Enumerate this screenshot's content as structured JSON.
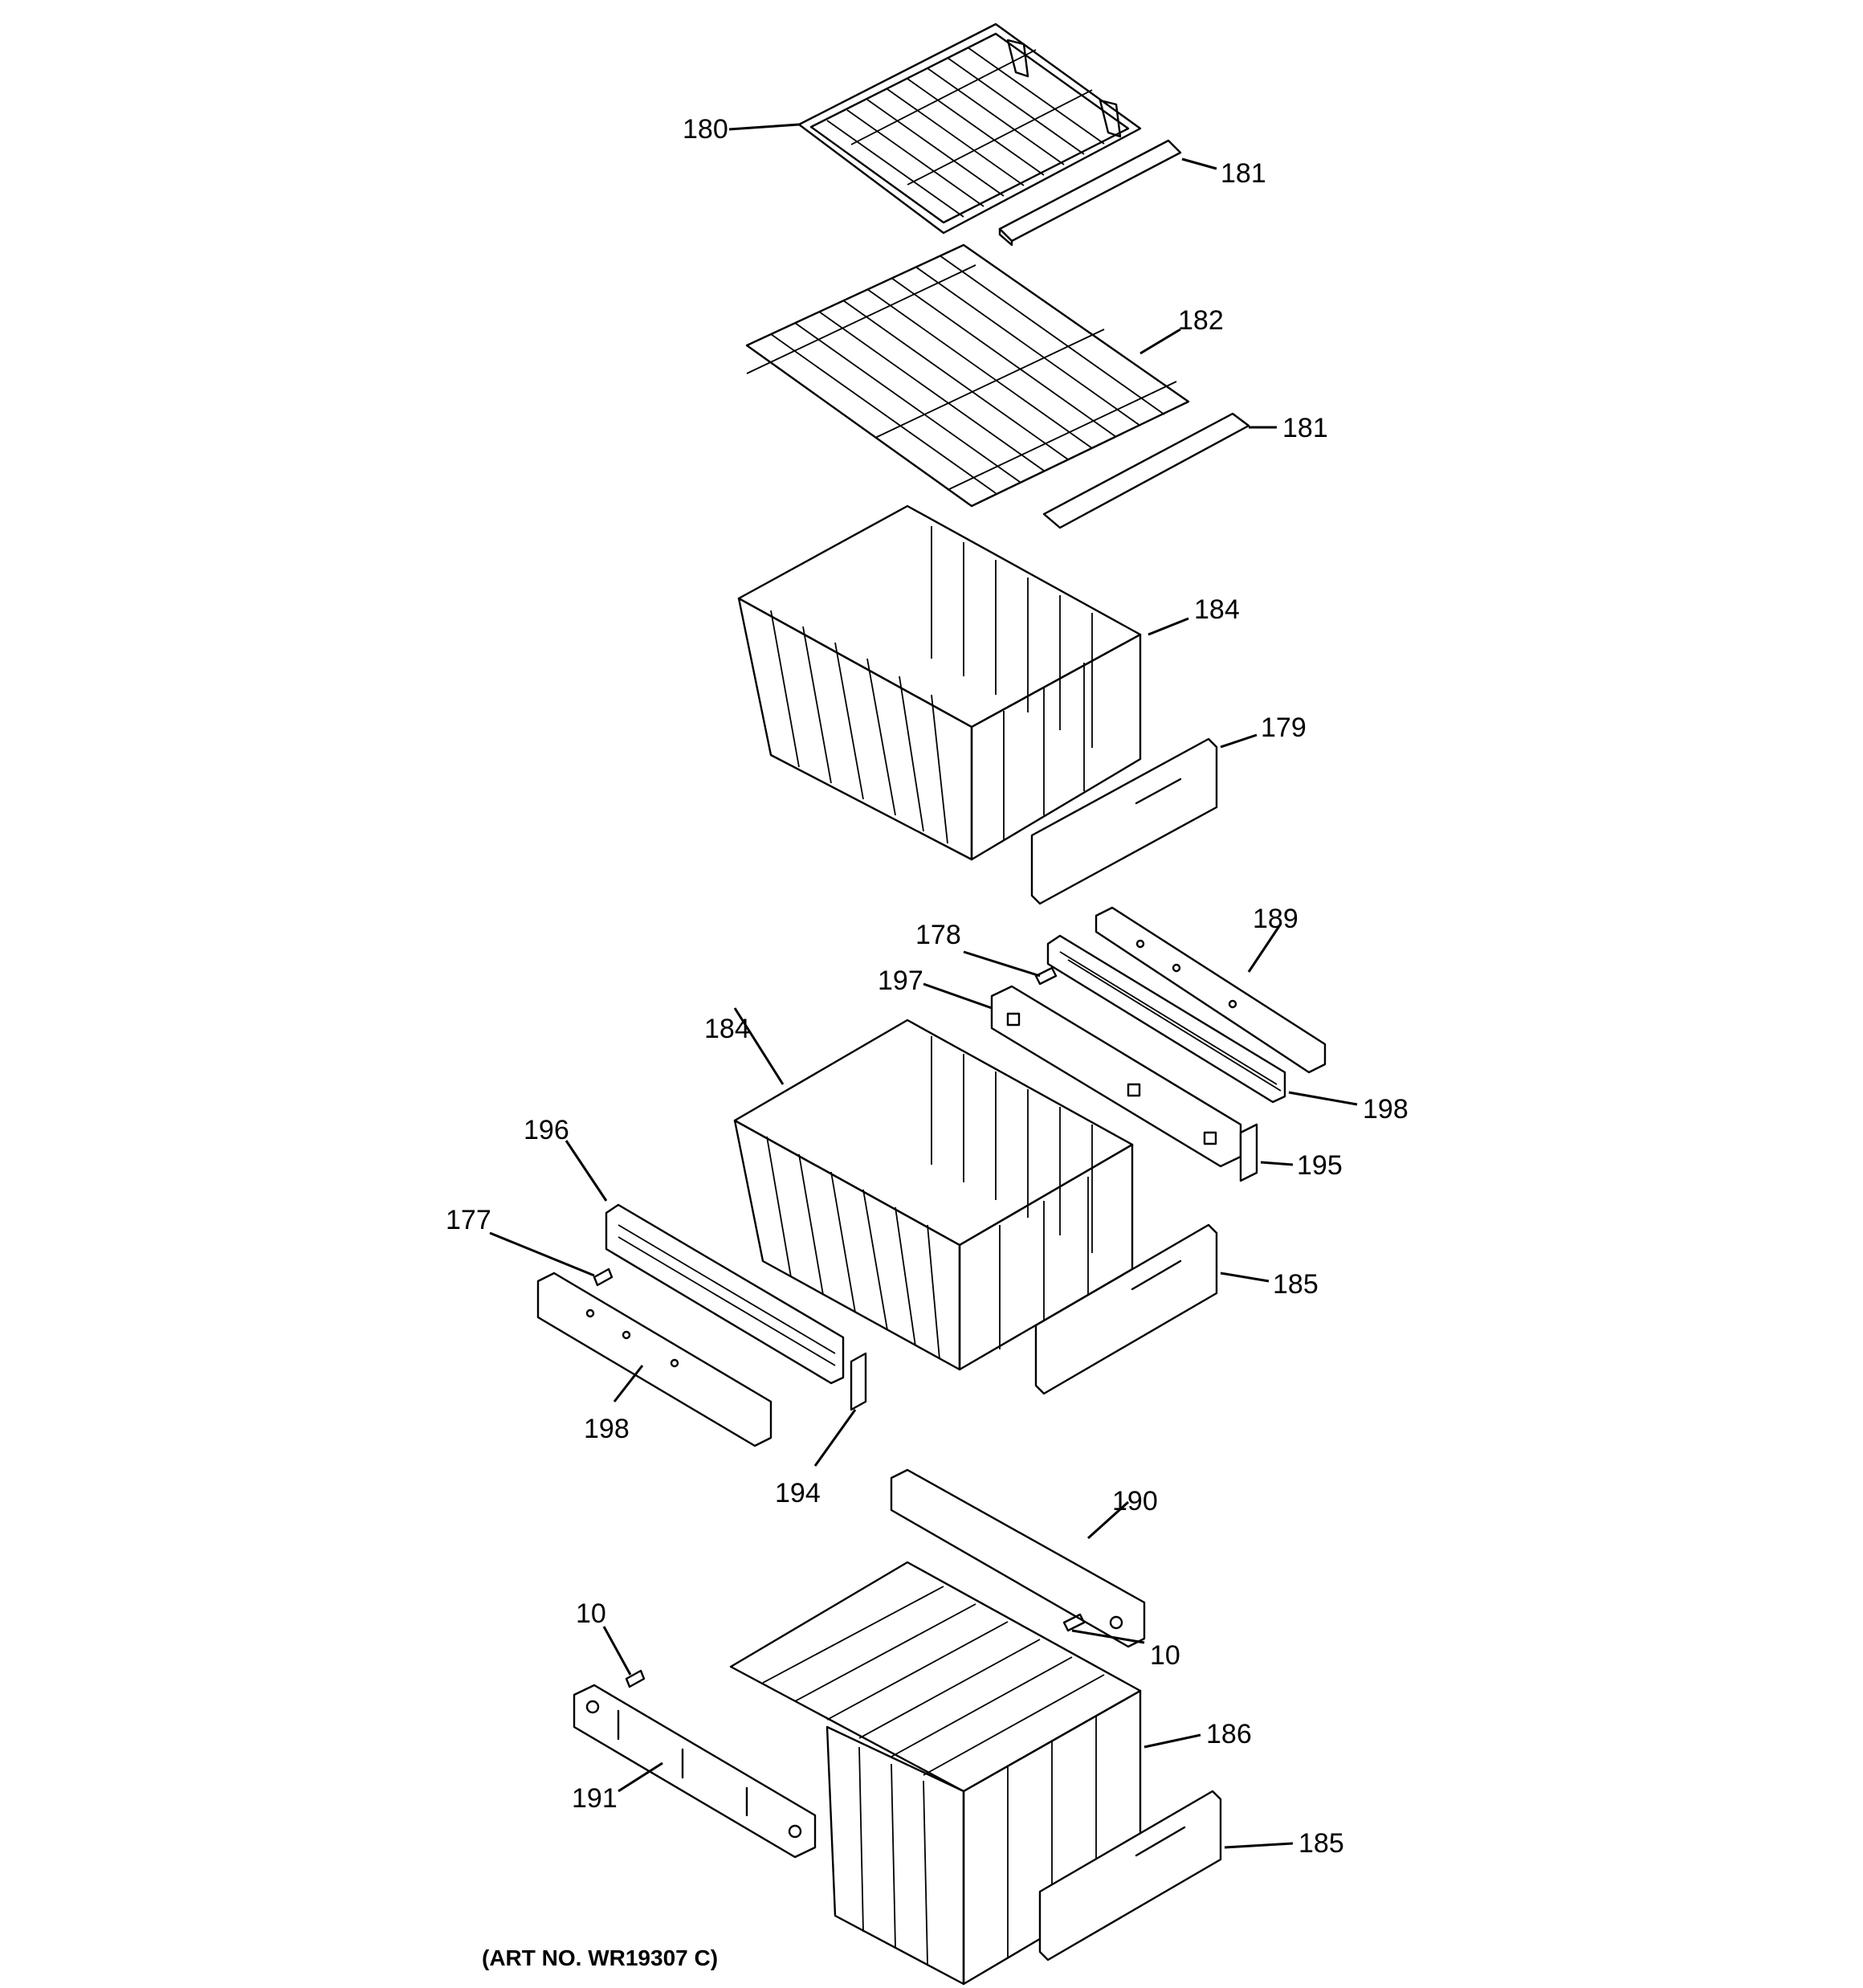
{
  "art_number": "(ART NO. WR19307 C)",
  "callouts": {
    "c180": "180",
    "c181a": "181",
    "c182": "182",
    "c181b": "181",
    "c184a": "184",
    "c179": "179",
    "c178": "178",
    "c189": "189",
    "c197": "197",
    "c184b": "184",
    "c198a": "198",
    "c195": "195",
    "c196": "196",
    "c177": "177",
    "c185a": "185",
    "c198b": "198",
    "c194": "194",
    "c190": "190",
    "c10a": "10",
    "c10b": "10",
    "c186": "186",
    "c191": "191",
    "c185b": "185"
  }
}
